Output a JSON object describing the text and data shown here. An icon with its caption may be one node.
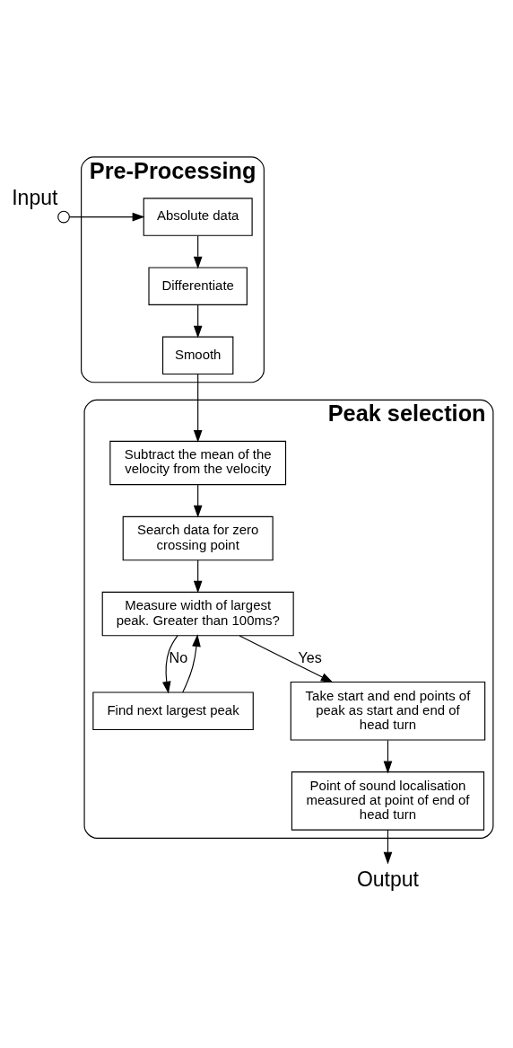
{
  "diagram": {
    "nodes": [
      {
        "text": [
          "Pre-Processing"
        ]
      },
      {
        "text": [],
        "shape": "circle",
        "beside": [
          "Input"
        ]
      },
      {
        "text": [
          "Absolute data"
        ],
        "in": 0
      },
      {
        "text": [
          "Differentiate"
        ],
        "in": 0
      },
      {
        "text": [
          "Smooth"
        ],
        "in": 0
      },
      {
        "text": [
          "Peak selection"
        ]
      },
      {
        "text": [
          "Subtract the mean of the velocity from the velocity"
        ],
        "in": 5
      },
      {
        "text": [
          "Search data for zero crossing point"
        ],
        "in": 5
      },
      {
        "text": [
          "Measure width of largest peak. Greater than 100ms?"
        ],
        "in": 5
      },
      {
        "text": [
          "Find next largest peak"
        ],
        "in": 5
      },
      {
        "text": [
          "Take start and end points of peak as start and end of head turn"
        ],
        "in": 5
      },
      {
        "text": [
          "Point of sound localisation measured at point of end of head turn"
        ],
        "in": 5
      },
      {
        "text": [
          "Output"
        ]
      }
    ],
    "edges": [
      {
        "from": 1,
        "to": 2,
        "arrow": "to"
      },
      {
        "from": 2,
        "to": 3,
        "arrow": "to"
      },
      {
        "from": 3,
        "to": 4,
        "arrow": "to"
      },
      {
        "from": 4,
        "to": 6,
        "arrow": "to"
      },
      {
        "from": 6,
        "to": 7,
        "arrow": "to"
      },
      {
        "from": 7,
        "to": 8,
        "arrow": "to"
      },
      {
        "from": 8,
        "to": 9,
        "label": "No",
        "arrow": "to"
      },
      {
        "from": 9,
        "to": 8,
        "arrow": "to"
      },
      {
        "from": 8,
        "to": 10,
        "label": "Yes",
        "arrow": "to"
      },
      {
        "from": 10,
        "to": 11,
        "arrow": "to"
      },
      {
        "from": 11,
        "to": 12,
        "arrow": "to"
      }
    ]
  }
}
